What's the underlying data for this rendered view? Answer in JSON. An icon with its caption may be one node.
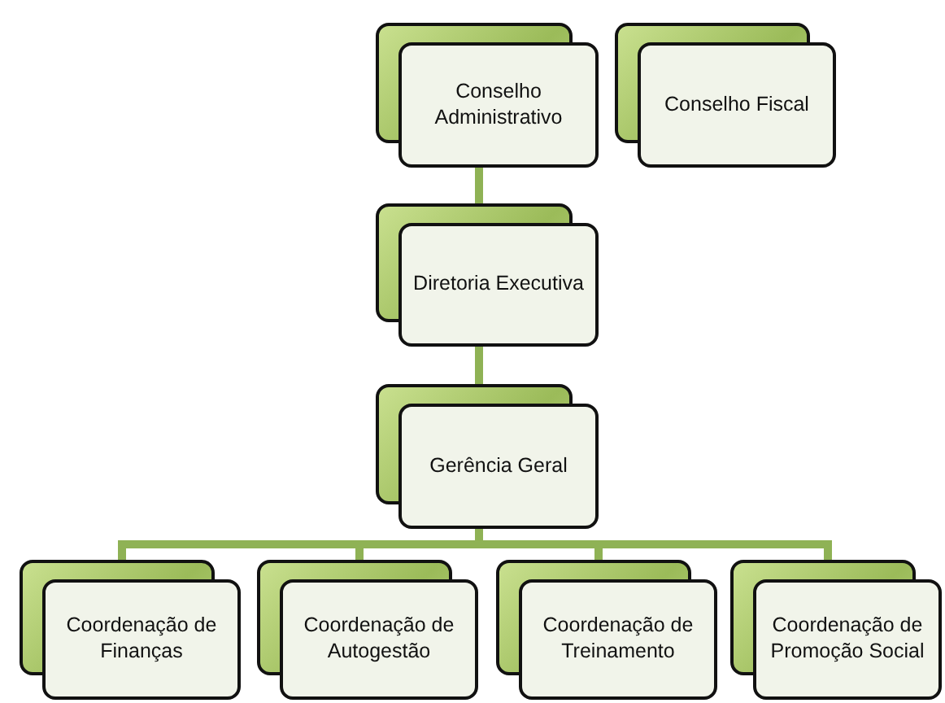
{
  "diagram": {
    "nodes": [
      {
        "text": [
          "Conselho Administrativo"
        ]
      },
      {
        "text": [
          "Conselho Fiscal"
        ]
      },
      {
        "text": [
          "Diretoria Executiva"
        ]
      },
      {
        "text": [
          "Gerência Geral"
        ]
      },
      {
        "text": [
          "Coordenação de Finanças"
        ]
      },
      {
        "text": [
          "Coordenação de Autogestão"
        ]
      },
      {
        "text": [
          "Coordenação de Treinamento"
        ]
      },
      {
        "text": [
          "Coordenação de Promoção Social"
        ]
      }
    ],
    "edges": [
      {
        "from": 0,
        "to": 2,
        "arrow": "none"
      },
      {
        "from": 2,
        "to": 3,
        "arrow": "none"
      },
      {
        "from": 3,
        "to": 4,
        "arrow": "none"
      },
      {
        "from": 3,
        "to": 5,
        "arrow": "none"
      },
      {
        "from": 3,
        "to": 6,
        "arrow": "none"
      },
      {
        "from": 3,
        "to": 7,
        "arrow": "none"
      }
    ]
  }
}
